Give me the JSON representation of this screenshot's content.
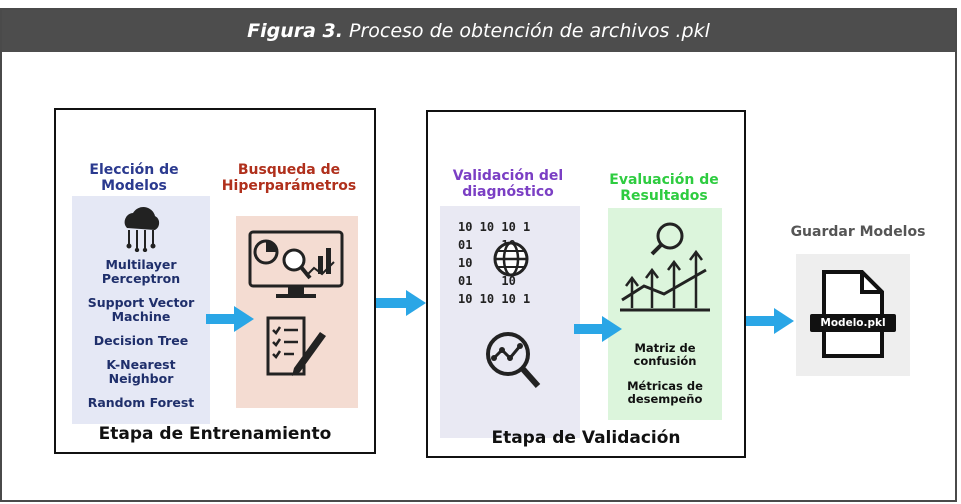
{
  "caption": {
    "label": "Figura 3.",
    "text": "Proceso de obtención de archivos .pkl"
  },
  "training_stage": {
    "title": "Etapa de Entrenamiento",
    "models_header": "Elección de\nModelos",
    "models": [
      "Multilayer\nPerceptron",
      "Support Vector\nMachine",
      "Decision Tree",
      "K-Nearest\nNeighbor",
      "Random Forest"
    ],
    "hyper_header": "Busqueda de\nHiperparámetros"
  },
  "validation_stage": {
    "title": "Etapa de Validación",
    "diag_header": "Validación del\ndiagnóstico",
    "binary_rows": [
      "10 10 10 1",
      "01    10",
      "10    01",
      "01    10",
      "10 10 10 1"
    ],
    "eval_header": "Evaluación de\nResultados",
    "metrics": [
      "Matriz de\nconfusión",
      "Métricas de\ndesempeño"
    ]
  },
  "save": {
    "header": "Guardar Modelos",
    "file_label": "Modelo.pkl"
  },
  "colors": {
    "caption_bg": "#4d4d4d",
    "models_color": "#2b3a8f",
    "hyper_color": "#b0301c",
    "diag_color": "#7b3fc4",
    "eval_color": "#2ecc40",
    "save_color": "#555555",
    "arrow": "#2aa6e6",
    "models_panel": "#e5e8f5",
    "hyper_panel": "#f4dcd2",
    "diag_panel": "#e9e9f3",
    "eval_panel": "#dcf5dc",
    "save_panel": "#eeeeee"
  }
}
